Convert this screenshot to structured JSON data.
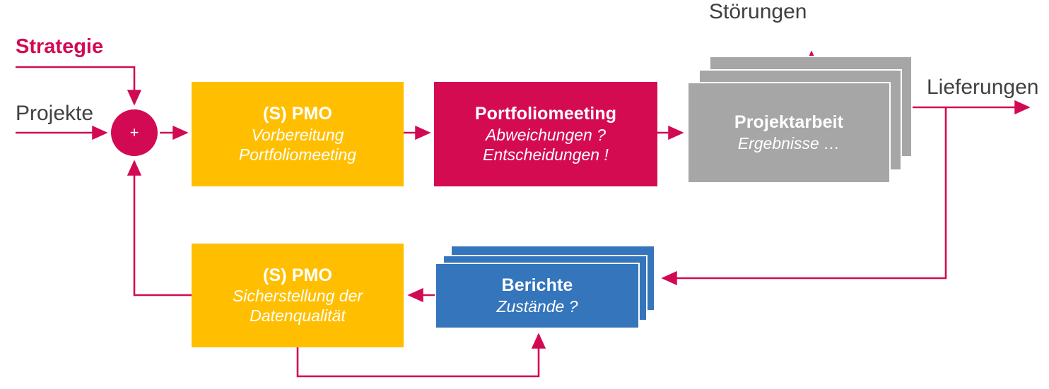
{
  "diagram": {
    "title_label_strategie": "Strategie",
    "label_projekte": "Projekte",
    "label_stoerungen": "Störungen",
    "label_lieferungen": "Lieferungen",
    "summing_junction_symbol": "+",
    "colors": {
      "accent_crimson": "#D20A53",
      "yellow": "#FFBF00",
      "pink_box": "#D50B52",
      "gray": "#A6A6A6",
      "blue": "#3575BC",
      "text_dark": "#404040",
      "white": "#FFFFFF"
    },
    "nodes": [
      {
        "id": "pmo-prep",
        "title": "(S) PMO",
        "subtitle_lines": [
          "Vorbereitung",
          "Portfoliomeeting"
        ],
        "fill": "#FFBF00",
        "stacked": false
      },
      {
        "id": "portfoliomeeting",
        "title": "Portfoliomeeting",
        "subtitle_lines": [
          "Abweichungen ?",
          "Entscheidungen !"
        ],
        "fill": "#D50B52",
        "stacked": false
      },
      {
        "id": "projektarbeit",
        "title": "Projektarbeit",
        "subtitle_lines": [
          "Ergebnisse …"
        ],
        "fill": "#A6A6A6",
        "stacked": true
      },
      {
        "id": "berichte",
        "title": "Berichte",
        "subtitle_lines": [
          "Zustände ?"
        ],
        "fill": "#3575BC",
        "stacked": true
      },
      {
        "id": "pmo-data-quality",
        "title": "(S) PMO",
        "subtitle_lines": [
          "Sicherstellung der",
          "Datenqualität"
        ],
        "fill": "#FFBF00",
        "stacked": false
      }
    ],
    "flow_order": [
      "Projekte",
      "(S) PMO",
      "Portfoliomeeting",
      "Projektarbeit",
      "Berichte",
      "(S) PMO"
    ]
  }
}
